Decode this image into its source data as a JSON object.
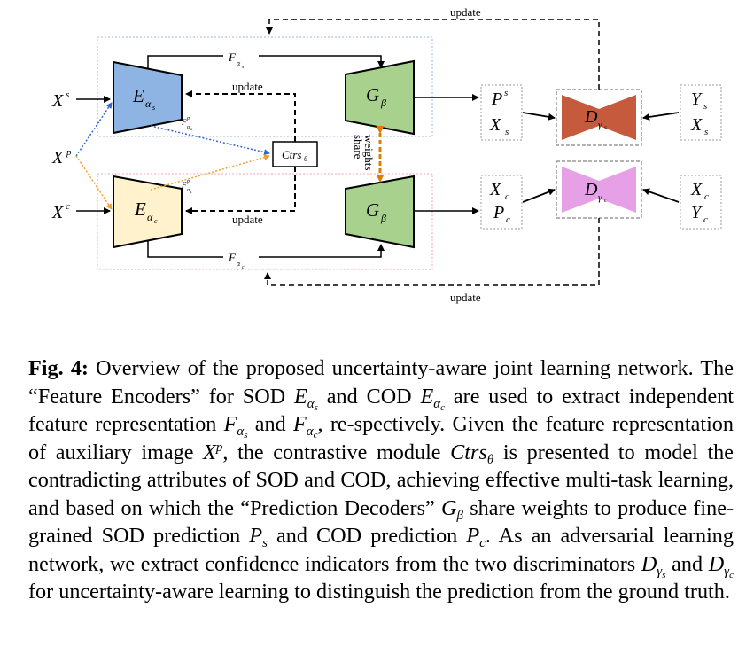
{
  "figure": {
    "update_label": "update",
    "share_weights_label": "share\nweights",
    "colors": {
      "encoder_s": "#8db4e2",
      "encoder_c": "#fff2cc",
      "decoder": "#a9d18e",
      "disc_s": "#c55a3c",
      "disc_c": "#e6a0e6",
      "share_arrow": "#e07b00",
      "box_s": "#9db6e6",
      "box_c": "#f0a8b0",
      "dot_s": "#3366cc",
      "dot_c": "#f0a030"
    }
  },
  "caption": {
    "label": "Fig. 4:",
    "text": "Overview of the proposed uncertainty-aware joint learning network. The “Feature Encoders” for SOD E_αs and COD E_αc are used to extract independent feature representation F_αs and F_αc, respectively. Given the feature representation of auxiliary image X^p, the contrastive module Ctrs_θ is presented to model the contradicting attributes of SOD and COD, achieving effective multi-task learning, and based on which the “Prediction Decoders” G_β share weights to produce fine-grained SOD prediction P_s and COD prediction P_c. As an adversarial learning network, we extract confidence indicators from the two discriminators D_γs and D_γc for uncertainty-aware learning to distinguish the prediction from the ground truth."
  }
}
